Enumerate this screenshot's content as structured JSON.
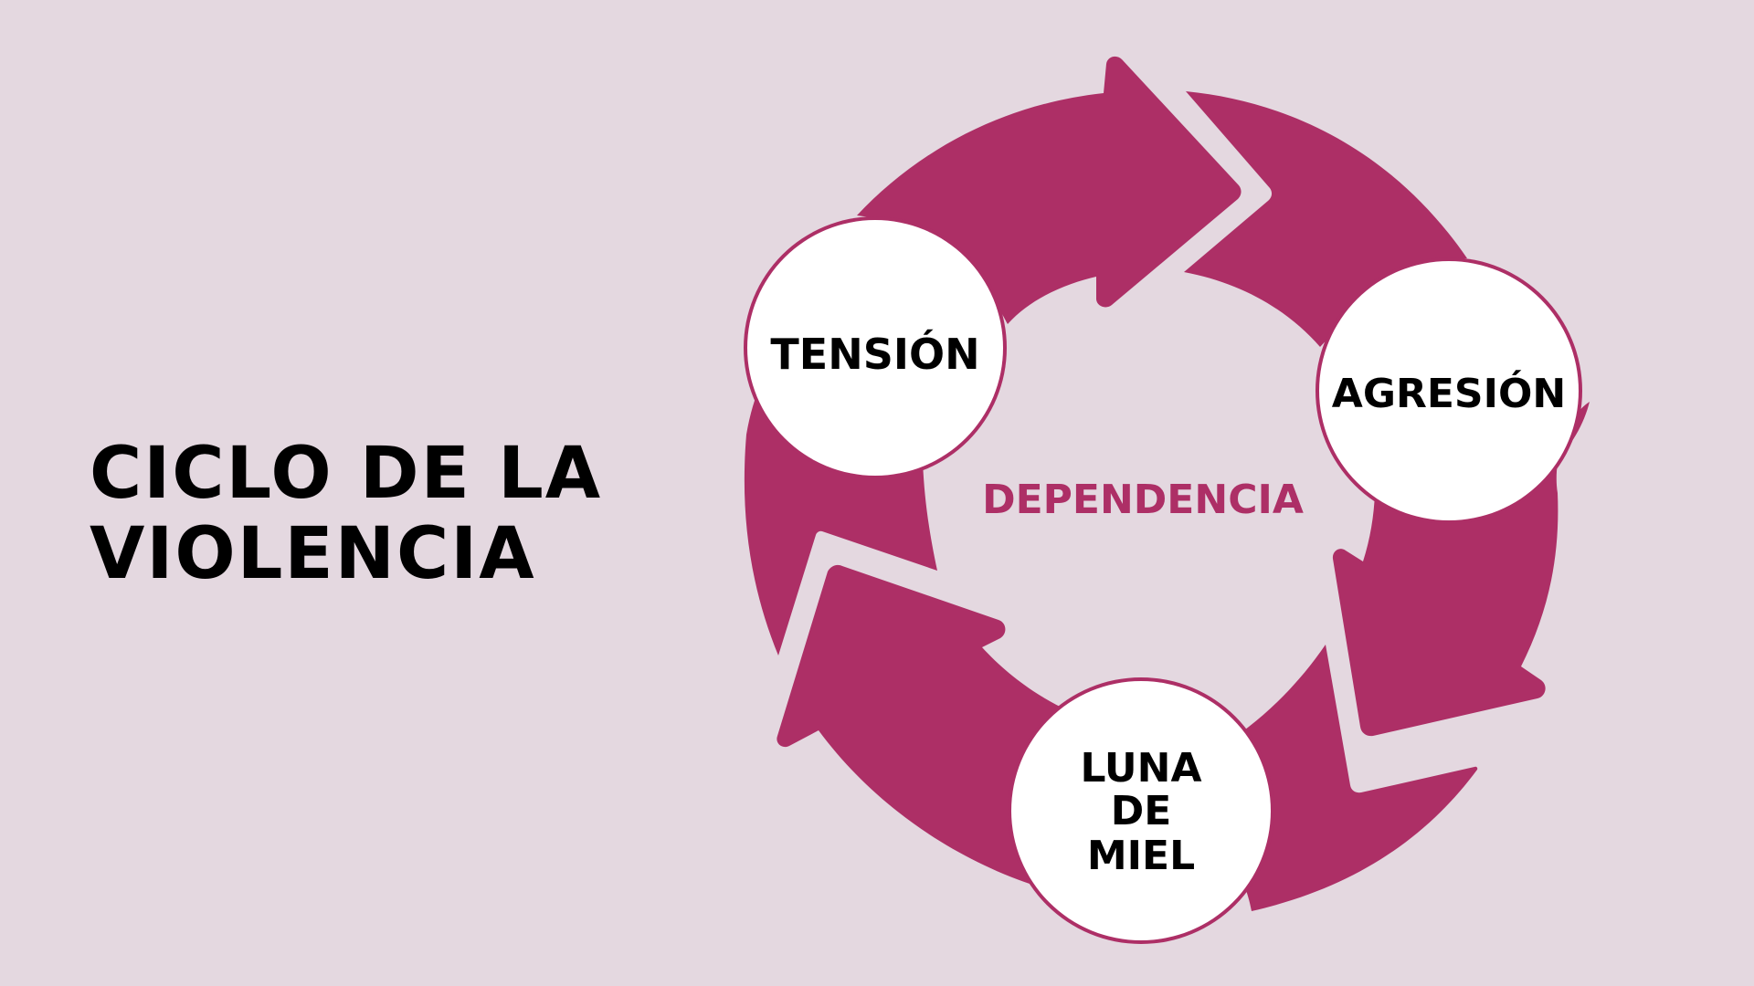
{
  "title": {
    "line1": "CICLO DE LA",
    "line2": "VIOLENCIA"
  },
  "center": {
    "label": "DEPENDENCIA"
  },
  "stages": [
    {
      "lines": [
        "TENSIÓN"
      ]
    },
    {
      "lines": [
        "AGRESIÓN"
      ]
    },
    {
      "lines": [
        "LUNA",
        "DE",
        "MIEL"
      ]
    }
  ],
  "colors": {
    "background": "#e4d8e0",
    "arrow": "#ad2f66",
    "node_fill": "#ffffff",
    "node_border": "#ad2f66",
    "center_text": "#ad2f66",
    "title_text": "#000000"
  },
  "icons": [
    "cycle-arrow",
    "cycle-arrow",
    "cycle-arrow"
  ]
}
